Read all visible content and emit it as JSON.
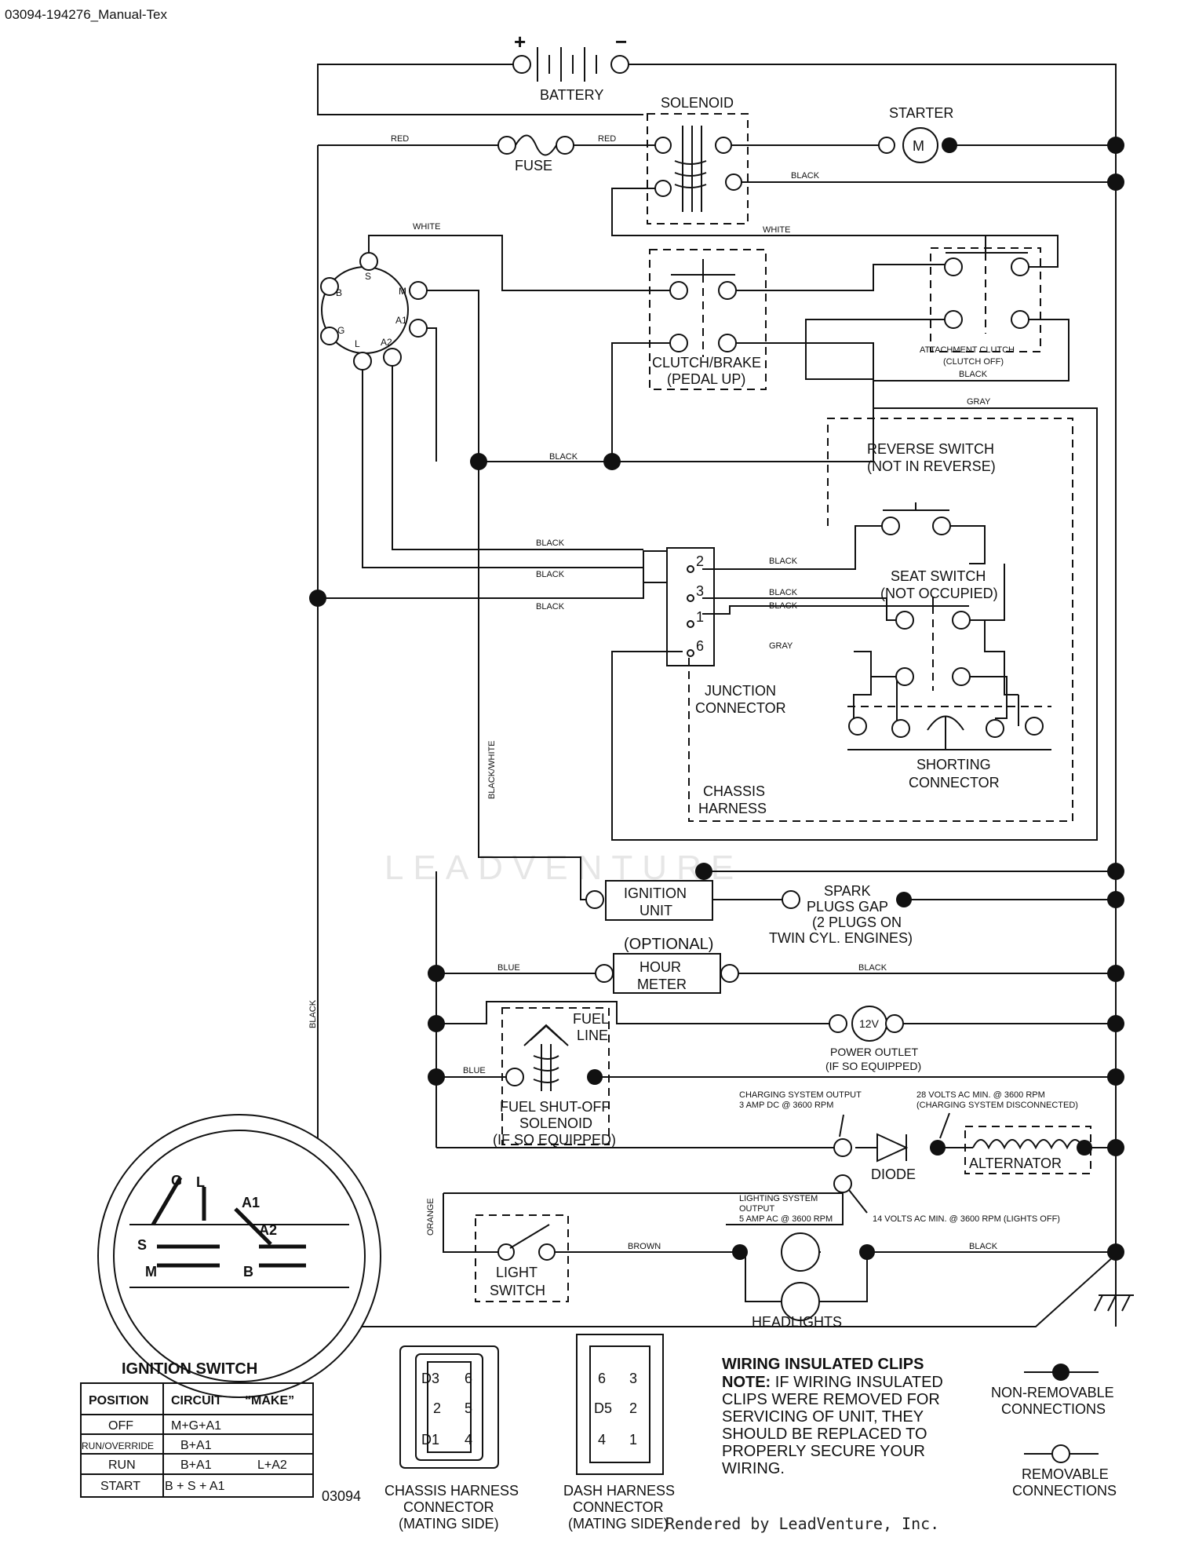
{
  "header": {
    "doc_id": "03094-194276_Manual-Tex"
  },
  "watermark": {
    "text": "LEADVENTURE"
  },
  "components": {
    "battery": "BATTERY",
    "battery_plus": "+",
    "battery_minus": "−",
    "fuse": "FUSE",
    "solenoid": "SOLENOID",
    "starter": "STARTER",
    "starter_symbol": "M",
    "clutch_brake_l1": "CLUTCH/BRAKE",
    "clutch_brake_l2": "(PEDAL UP)",
    "attach_clutch_l1": "ATTACHMENT CLUTCH",
    "attach_clutch_l2": "(CLUTCH OFF)",
    "reverse_l1": "REVERSE SWITCH",
    "reverse_l2": "(NOT IN REVERSE)",
    "seat_l1": "SEAT SWITCH",
    "seat_l2": "(NOT OCCUPIED)",
    "junction_l1": "JUNCTION",
    "junction_l2": "CONNECTOR",
    "shorting_l1": "SHORTING",
    "shorting_l2": "CONNECTOR",
    "chassis_l1": "CHASSIS",
    "chassis_l2": "HARNESS",
    "ignition_l1": "IGNITION",
    "ignition_l2": "UNIT",
    "spark_l1": "SPARK",
    "spark_l2": "PLUGS GAP",
    "spark_l3": "(2 PLUGS ON",
    "spark_l4": "TWIN CYL. ENGINES)",
    "hour_opt": "(OPTIONAL)",
    "hour_l1": "HOUR",
    "hour_l2": "METER",
    "fuel_line_l1": "FUEL",
    "fuel_line_l2": "LINE",
    "fuel_sol_l1": "FUEL SHUT-OFF",
    "fuel_sol_l2": "SOLENOID",
    "fuel_sol_l3": "(IF SO EQUIPPED)",
    "outlet_symbol": "12V",
    "outlet_l1": "POWER OUTLET",
    "outlet_l2": "(IF SO EQUIPPED)",
    "charge_l1": "CHARGING SYSTEM OUTPUT",
    "charge_l2": "3 AMP DC @ 3600 RPM",
    "volts28_l1": "28 VOLTS AC MIN. @ 3600 RPM",
    "volts28_l2": "(CHARGING SYSTEM DISCONNECTED)",
    "diode": "DIODE",
    "alternator": "ALTERNATOR",
    "lighting_l1": "LIGHTING SYSTEM",
    "lighting_l2": "OUTPUT",
    "lighting_l3": "5 AMP AC @ 3600 RPM",
    "volts14": "14 VOLTS AC MIN. @ 3600 RPM (LIGHTS OFF)",
    "light_sw_l1": "LIGHT",
    "light_sw_l2": "SWITCH",
    "headlights": "HEADLIGHTS",
    "junction_pins": [
      "2",
      "3",
      "1",
      "6"
    ],
    "ign_terminals": [
      "B",
      "S",
      "M",
      "A1",
      "A2",
      "L",
      "G"
    ]
  },
  "wires": {
    "red": "RED",
    "black": "BLACK",
    "white": "WHITE",
    "gray": "GRAY",
    "blue": "BLUE",
    "orange": "ORANGE",
    "brown": "BROWN",
    "black_white": "BLACK/WHITE"
  },
  "ignition_switch": {
    "title": "IGNITION SWITCH",
    "terminals": [
      "G",
      "L",
      "A1",
      "A2",
      "S",
      "M",
      "B"
    ],
    "table": {
      "headers": [
        "POSITION",
        "CIRCUIT",
        "“MAKE”"
      ],
      "rows": [
        [
          "OFF",
          "M+G+A1",
          ""
        ],
        [
          "RUN/OVERRIDE",
          "B+A1",
          ""
        ],
        [
          "RUN",
          "B+A1",
          "L+A2"
        ],
        [
          "START",
          "B + S + A1",
          ""
        ]
      ]
    }
  },
  "figure_number": "03094",
  "chassis_conn": {
    "l1": "CHASSIS HARNESS",
    "l2": "CONNECTOR",
    "l3": "(MATING SIDE)",
    "pins": [
      "D3",
      "6",
      "2",
      "5",
      "D1",
      "4"
    ]
  },
  "dash_conn": {
    "l1": "DASH HARNESS",
    "l2": "CONNECTOR",
    "l3": "(MATING SIDE)",
    "pins": [
      "6",
      "3",
      "D5",
      "2",
      "4",
      "1"
    ]
  },
  "note": {
    "title": "WIRING INSULATED CLIPS",
    "label": "NOTE:",
    "l1": " IF WIRING INSULATED",
    "l2": "CLIPS WERE REMOVED FOR",
    "l3": "SERVICING OF UNIT, THEY",
    "l4": "SHOULD BE REPLACED TO",
    "l5": "PROPERLY SECURE YOUR",
    "l6": " WIRING."
  },
  "legend": {
    "nonremovable_l1": "NON-REMOVABLE",
    "nonremovable_l2": "CONNECTIONS",
    "removable_l1": "REMOVABLE",
    "removable_l2": "CONNECTIONS"
  },
  "footer": {
    "credit": "Rendered by LeadVenture, Inc."
  }
}
